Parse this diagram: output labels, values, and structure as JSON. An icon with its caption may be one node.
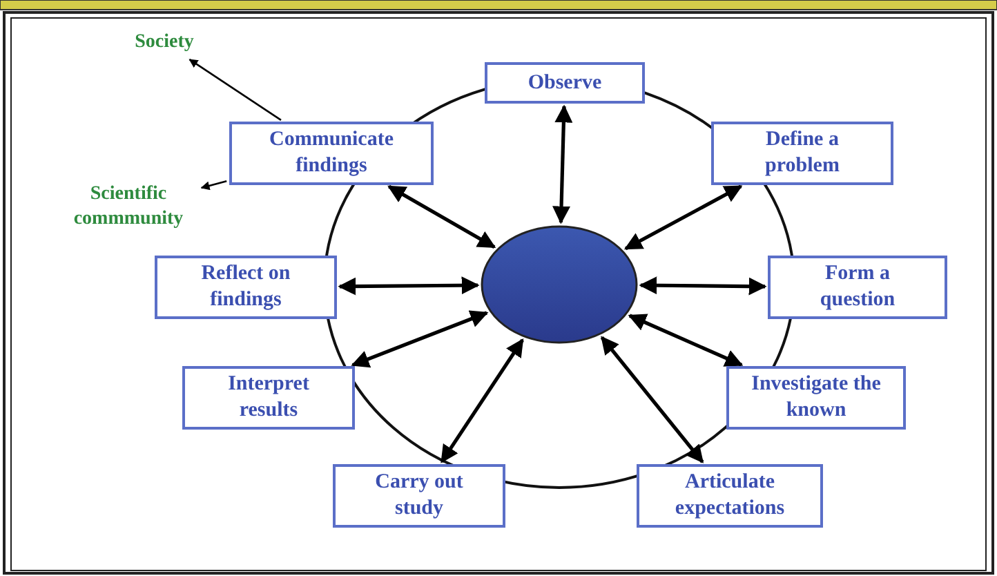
{
  "diagram": {
    "nodes": [
      {
        "text": [
          "Society"
        ]
      },
      {
        "text": [
          "Observe"
        ]
      },
      {
        "text": [
          "Communicate findings"
        ]
      },
      {
        "text": [
          "Define a problem"
        ]
      },
      {
        "text": [
          "Scientific commmunity"
        ]
      },
      {
        "text": [
          "Reflect on findings"
        ]
      },
      {
        "text": [],
        "shape": "circle"
      },
      {
        "text": [
          "Form a question"
        ]
      },
      {
        "text": [
          "Interpret results"
        ]
      },
      {
        "text": [
          "Investigate the known"
        ]
      },
      {
        "text": [
          "Carry out study"
        ]
      },
      {
        "text": [
          "Articulate expectations"
        ]
      }
    ],
    "edges": [
      {
        "from": 2,
        "to": 0,
        "arrow": "to"
      },
      {
        "from": 2,
        "to": 4,
        "arrow": "to"
      },
      {
        "from": 6,
        "to": 1,
        "arrow": "both"
      },
      {
        "from": 6,
        "to": 3,
        "arrow": "both"
      },
      {
        "from": 6,
        "to": 7,
        "arrow": "both"
      },
      {
        "from": 6,
        "to": 9,
        "arrow": "both"
      },
      {
        "from": 6,
        "to": 11,
        "arrow": "both"
      },
      {
        "from": 6,
        "to": 10,
        "arrow": "both"
      },
      {
        "from": 6,
        "to": 8,
        "arrow": "both"
      },
      {
        "from": 6,
        "to": 5,
        "arrow": "both"
      },
      {
        "from": 6,
        "to": 2,
        "arrow": "both"
      }
    ]
  }
}
